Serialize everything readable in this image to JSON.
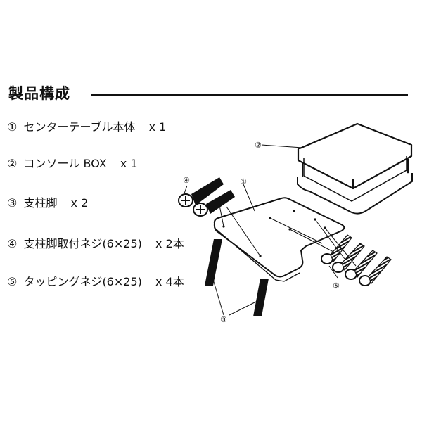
{
  "header": {
    "title": "製品構成"
  },
  "parts": [
    {
      "num": "①",
      "name": "センターテーブル本体",
      "qty": "x 1"
    },
    {
      "num": "②",
      "name": "コンソール BOX",
      "qty": "x 1"
    },
    {
      "num": "③",
      "name": "支柱脚",
      "qty": "x 2"
    },
    {
      "num": "④",
      "name": "支柱脚取付ネジ(6×25)",
      "qty": "x 2本"
    },
    {
      "num": "⑤",
      "name": "タッピングネジ(6×25)",
      "qty": "x 4本"
    }
  ],
  "diagram": {
    "callouts": {
      "plate": "①",
      "box": "②",
      "legs": "③",
      "leg_screws": "④",
      "tapping_screws": "⑤"
    },
    "icons": [
      "center-table-plate-icon",
      "console-box-icon",
      "support-leg-icon",
      "leg-screw-icon",
      "tapping-screw-icon"
    ]
  }
}
